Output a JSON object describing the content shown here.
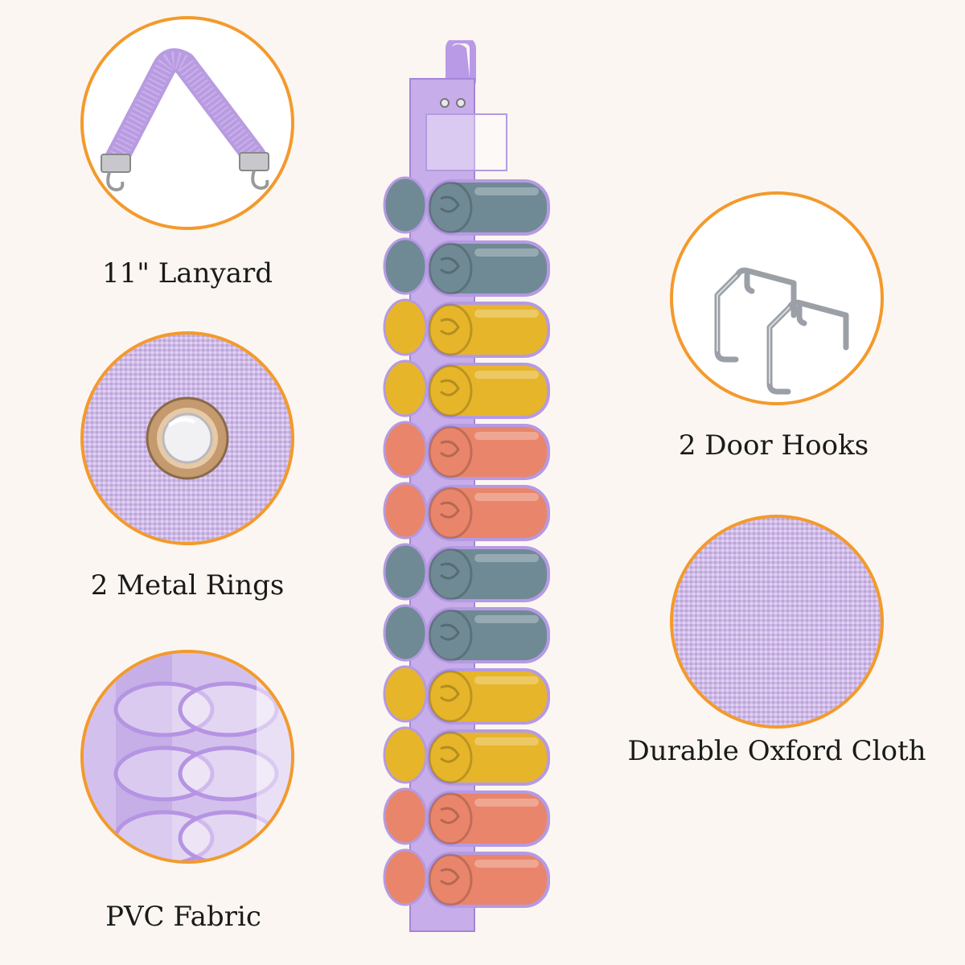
{
  "features": {
    "lanyard": {
      "label": "11\" Lanyard",
      "icon": "strap-with-hooks-icon"
    },
    "metal_rings": {
      "label": "2 Metal Rings",
      "icon": "grommet-ring-icon"
    },
    "pvc_fabric": {
      "label": "PVC Fabric",
      "icon": "clear-pocket-icon"
    },
    "door_hooks": {
      "label": "2 Door Hooks",
      "icon": "door-hook-icon"
    },
    "oxford_cloth": {
      "label": "Durable Oxford Cloth",
      "icon": "fabric-texture-icon"
    }
  },
  "colors": {
    "accent_ring": "#f39a2c",
    "fabric_lavender": "#cdb5e8",
    "roll_teal": "#6f8a94",
    "roll_yellow": "#e6b52a",
    "roll_coral": "#e9856a"
  },
  "organizer": {
    "rows": [
      "teal",
      "teal",
      "yellow",
      "yellow",
      "coral",
      "coral",
      "teal",
      "teal",
      "yellow",
      "yellow",
      "coral",
      "coral"
    ]
  }
}
